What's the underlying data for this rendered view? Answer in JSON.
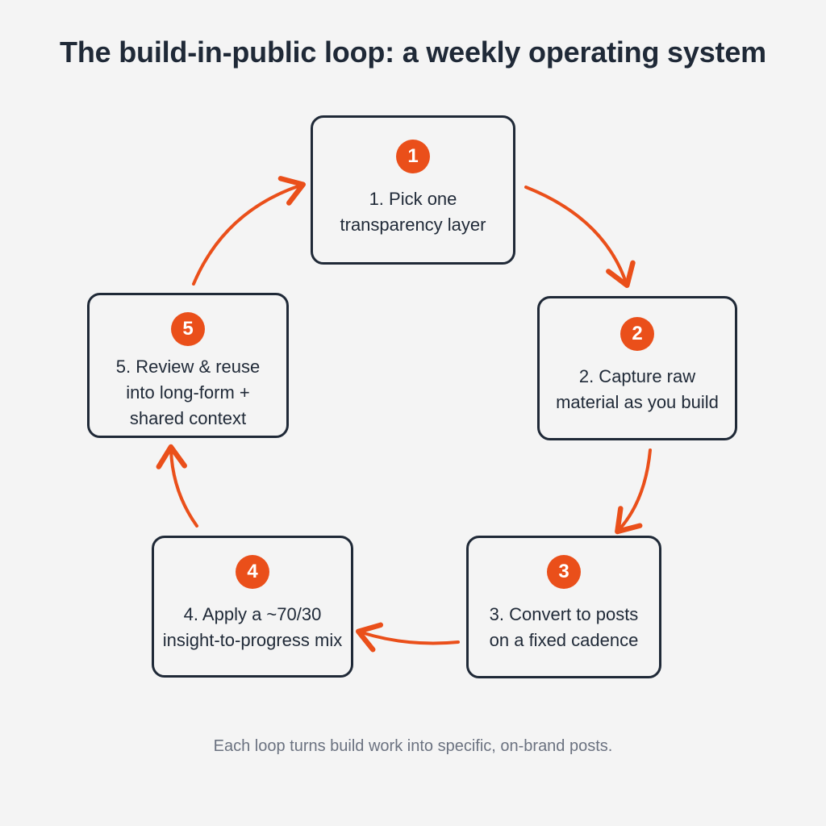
{
  "title": "The build-in-public loop: a weekly operating system",
  "steps": [
    {
      "number": "1",
      "label": "1. Pick one\ntransparency layer"
    },
    {
      "number": "2",
      "label": "2. Capture raw\nmaterial as you build"
    },
    {
      "number": "3",
      "label": "3. Convert to posts\non a fixed cadence"
    },
    {
      "number": "4",
      "label": "4. Apply a ~70/30\ninsight-to-progress mix"
    },
    {
      "number": "5",
      "label": "5. Review & reuse\ninto long-form +\nshared context"
    }
  ],
  "caption": "Each loop turns build work into specific, on-brand posts.",
  "colors": {
    "accent": "#ea4f1a",
    "border": "#1f2937",
    "text": "#1f2937",
    "caption": "#6b7280",
    "background": "#f4f4f4"
  }
}
